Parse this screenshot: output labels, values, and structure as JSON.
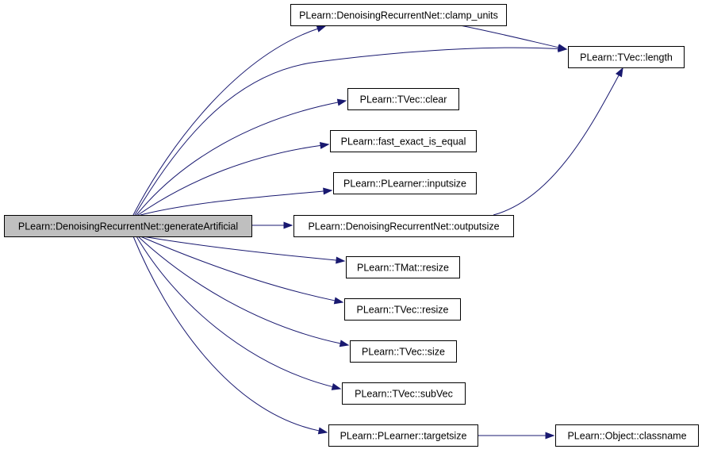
{
  "nodes": [
    {
      "id": "root",
      "label": "PLearn::DenoisingRecurrentNet::generateArtificial",
      "root": true
    },
    {
      "id": "clamp_units",
      "label": "PLearn::DenoisingRecurrentNet::clamp_units"
    },
    {
      "id": "tvec_length",
      "label": "PLearn::TVec::length"
    },
    {
      "id": "tvec_clear",
      "label": "PLearn::TVec::clear"
    },
    {
      "id": "fast_exact",
      "label": "PLearn::fast_exact_is_equal"
    },
    {
      "id": "inputsize",
      "label": "PLearn::PLearner::inputsize"
    },
    {
      "id": "outputsize",
      "label": "PLearn::DenoisingRecurrentNet::outputsize"
    },
    {
      "id": "tmat_resize",
      "label": "PLearn::TMat::resize"
    },
    {
      "id": "tvec_resize",
      "label": "PLearn::TVec::resize"
    },
    {
      "id": "tvec_size",
      "label": "PLearn::TVec::size"
    },
    {
      "id": "tvec_subvec",
      "label": "PLearn::TVec::subVec"
    },
    {
      "id": "targetsize",
      "label": "PLearn::PLearner::targetsize"
    },
    {
      "id": "classname",
      "label": "PLearn::Object::classname"
    }
  ],
  "edges": [
    {
      "from": "root",
      "to": "clamp_units"
    },
    {
      "from": "root",
      "to": "tvec_length"
    },
    {
      "from": "root",
      "to": "tvec_clear"
    },
    {
      "from": "root",
      "to": "fast_exact"
    },
    {
      "from": "root",
      "to": "inputsize"
    },
    {
      "from": "root",
      "to": "outputsize"
    },
    {
      "from": "root",
      "to": "tmat_resize"
    },
    {
      "from": "root",
      "to": "tvec_resize"
    },
    {
      "from": "root",
      "to": "tvec_size"
    },
    {
      "from": "root",
      "to": "tvec_subvec"
    },
    {
      "from": "root",
      "to": "targetsize"
    },
    {
      "from": "clamp_units",
      "to": "tvec_length"
    },
    {
      "from": "outputsize",
      "to": "tvec_length"
    },
    {
      "from": "targetsize",
      "to": "classname"
    }
  ]
}
